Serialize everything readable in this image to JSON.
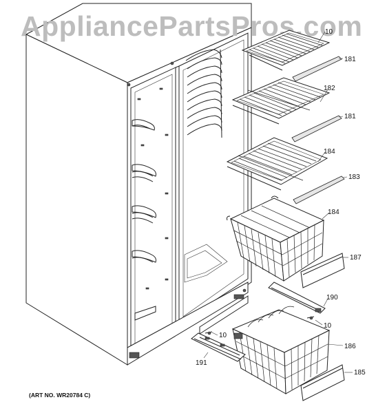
{
  "watermark": "AppliancePartsPros.com",
  "art_number": "(ART NO. WR20784 C)",
  "callouts": [
    {
      "id": "c10a",
      "text": "10"
    },
    {
      "id": "c181a",
      "text": "181"
    },
    {
      "id": "c182",
      "text": "182"
    },
    {
      "id": "c181b",
      "text": "181"
    },
    {
      "id": "c184a",
      "text": "184"
    },
    {
      "id": "c183",
      "text": "183"
    },
    {
      "id": "c184b",
      "text": "184"
    },
    {
      "id": "c187",
      "text": "187"
    },
    {
      "id": "c190",
      "text": "190"
    },
    {
      "id": "c10b",
      "text": "10"
    },
    {
      "id": "c10c",
      "text": "10"
    },
    {
      "id": "c186",
      "text": "186"
    },
    {
      "id": "c191",
      "text": "191"
    },
    {
      "id": "c185",
      "text": "185"
    }
  ]
}
